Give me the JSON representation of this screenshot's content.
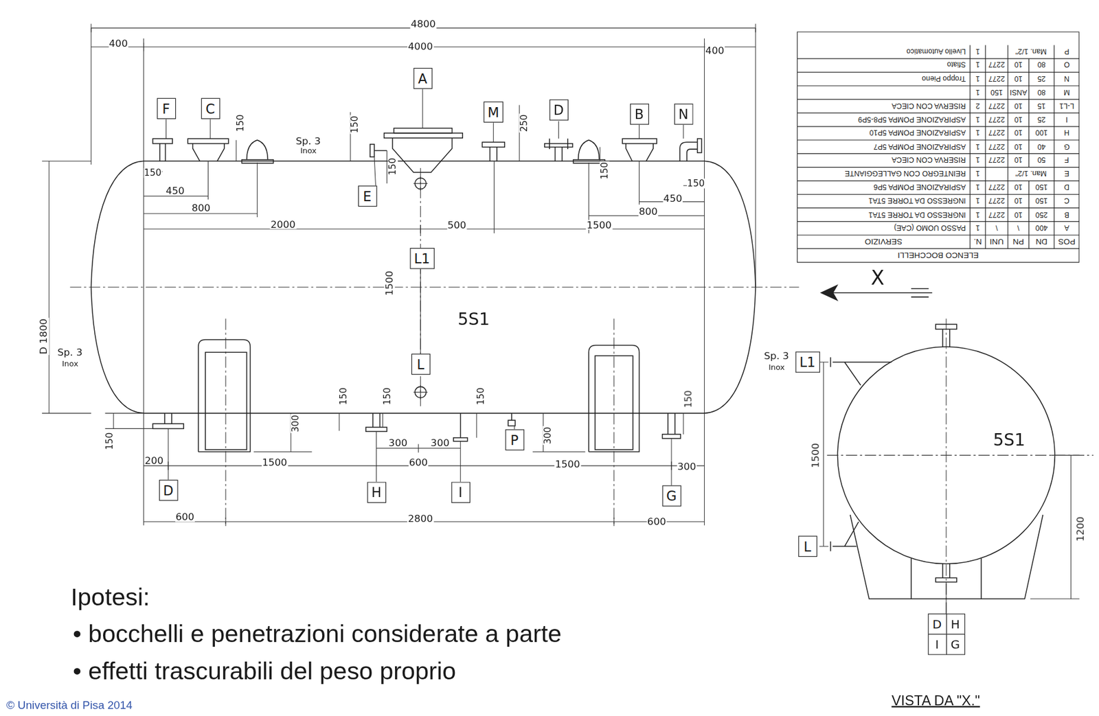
{
  "diagram": {
    "nodes": [
      {
        "text": [
          "A"
        ]
      },
      {
        "text": [
          "F"
        ]
      },
      {
        "text": [
          "C"
        ]
      },
      {
        "text": [
          "M"
        ]
      },
      {
        "text": [
          "D"
        ]
      },
      {
        "text": [
          "B"
        ]
      },
      {
        "text": [
          "N"
        ]
      },
      {
        "text": [
          "E"
        ]
      },
      {
        "text": [
          "L1"
        ]
      },
      {
        "text": [
          "L"
        ]
      },
      {
        "text": [
          "P"
        ]
      },
      {
        "text": [
          "D"
        ]
      },
      {
        "text": [
          "H"
        ]
      },
      {
        "text": [
          "I"
        ]
      },
      {
        "text": [
          "G"
        ]
      },
      {
        "text": [
          "L1"
        ]
      },
      {
        "text": [
          "L"
        ]
      },
      {
        "text": [
          "D"
        ]
      },
      {
        "text": [
          "H"
        ]
      },
      {
        "text": [
          "I"
        ]
      },
      {
        "text": [
          "G"
        ]
      }
    ],
    "labels": [
      "4800",
      "400",
      "4000",
      "400",
      "150",
      "Sp. 3",
      "Inox",
      "150",
      "150",
      "250",
      "150",
      "150",
      "450",
      "800",
      "2000",
      "500",
      "1500",
      "150",
      "450",
      "800",
      "D 1800",
      "1500",
      "5S1",
      "Sp. 3",
      "Inox",
      "Sp. 3",
      "Inox",
      "150",
      "300",
      "150",
      "150",
      "150",
      "300",
      "150",
      "200",
      "1500",
      "300",
      "300",
      "600",
      "1500",
      "300",
      "600",
      "2800",
      "600",
      "5S1",
      "1500",
      "1200",
      "X",
      "VISTA DA \"X.\"",
      "Ipotesi:",
      "• bocchelli e penetrazioni considerate a parte",
      "• effetti trascurabili del peso proprio",
      "© Università di Pisa 2014",
      "ELENCO BOCCHELLI",
      "POS",
      "DN",
      "PN",
      "UNI",
      "N.",
      "SERVIZIO",
      "A",
      "400",
      "\\",
      "\\",
      "1",
      "PASSO UOMO (CAE)",
      "B",
      "250",
      "10",
      "2277",
      "1",
      "INGRESSO DA TORRE 5TA1",
      "C",
      "150",
      "10",
      "2277",
      "1",
      "INGRESSO DA TORRE 5TA1",
      "D",
      "150",
      "10",
      "2277",
      "1",
      "ASPIRAZIONE POMPA 5P6",
      "E",
      "Man. 1/2\"",
      "1",
      "REINTEGRO CON GALLEGGIANTE",
      "F",
      "50",
      "10",
      "2277",
      "1",
      "RISERVA CON CIECA",
      "G",
      "40",
      "10",
      "2277",
      "1",
      "ASPIRAZIONE POMPA 5P7",
      "H",
      "100",
      "10",
      "2277",
      "1",
      "ASPIRAZIONE POMPA 5P10",
      "I",
      "25",
      "10",
      "2277",
      "1",
      "ASPIRAZIONE POMPA 5P8-5P9",
      "L-L1",
      "15",
      "10",
      "2277",
      "2",
      "RISERVA CON CIECA",
      "M",
      "80",
      "ANSI",
      "150",
      "1",
      "N",
      "25",
      "10",
      "2277",
      "1",
      "Troppo Pieno",
      "O",
      "80",
      "10",
      "2277",
      "1",
      "Sfiato",
      "P",
      "Man. 1/2\"",
      "1",
      "Livello Automatico"
    ]
  }
}
